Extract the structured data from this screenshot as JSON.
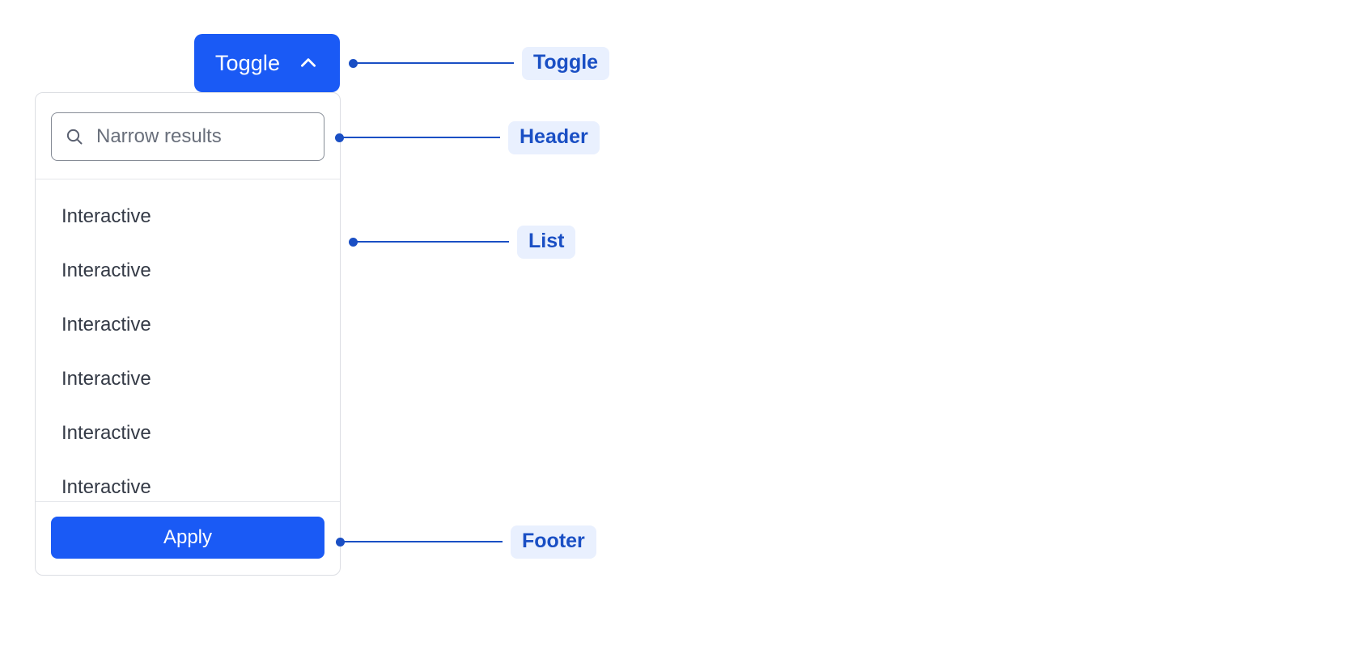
{
  "toggle": {
    "label": "Toggle",
    "icon": "chevron-up-icon",
    "color": "#1A5AF5",
    "text_color": "#FFFFFF",
    "expanded": true
  },
  "panel": {
    "header": {
      "search": {
        "icon": "search-icon",
        "placeholder": "Narrow results",
        "value": ""
      }
    },
    "list": {
      "items": [
        {
          "label": "Interactive"
        },
        {
          "label": "Interactive"
        },
        {
          "label": "Interactive"
        },
        {
          "label": "Interactive"
        },
        {
          "label": "Interactive"
        },
        {
          "label": "Interactive"
        }
      ]
    },
    "footer": {
      "apply_label": "Apply",
      "apply_color": "#1A5AF5"
    }
  },
  "annotations": {
    "accent_color": "#1A4FC4",
    "chip_background": "#E9F0FE",
    "items": [
      {
        "label": "Toggle"
      },
      {
        "label": "Header"
      },
      {
        "label": "List"
      },
      {
        "label": "Footer"
      }
    ]
  }
}
